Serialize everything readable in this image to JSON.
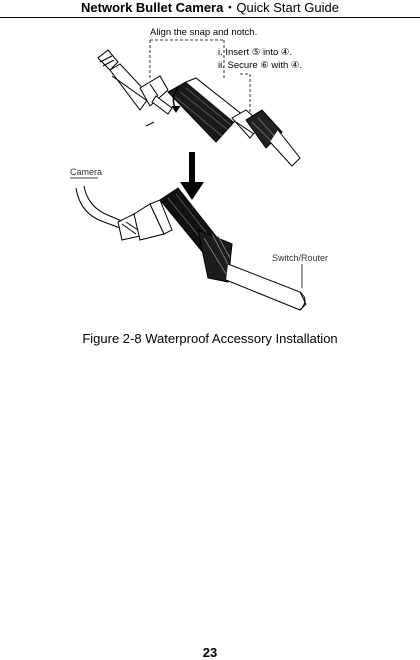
{
  "header": {
    "title_bold": "Network Bullet Camera",
    "separator": "・",
    "title_rest": "Quick Start Guide"
  },
  "figure": {
    "label_align": "Align the snap and notch.",
    "label_insert": "i. Insert ⑤ into ④.",
    "label_secure": "ii. Secure ⑥ with ④.",
    "label_camera": "Camera",
    "label_switch": "Switch/Router",
    "caption_number": "Figure 2-8",
    "caption_text": "Waterproof Accessory Installation"
  },
  "footer": {
    "page_number": "23"
  }
}
